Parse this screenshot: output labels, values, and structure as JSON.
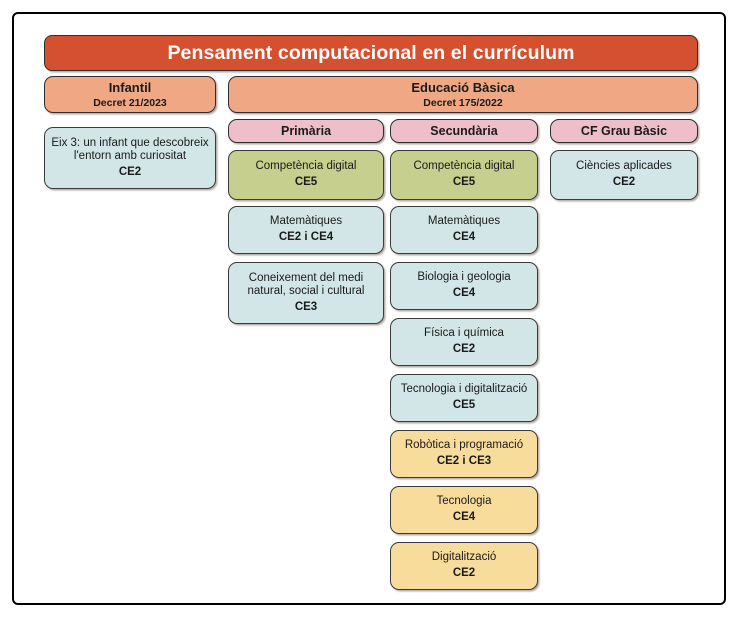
{
  "title": "Pensament computacional en el currículum",
  "stages": [
    {
      "name": "Infantil",
      "decree": "Decret 21/2023"
    },
    {
      "name": "Educació Bàsica",
      "decree": "Decret 175/2022"
    }
  ],
  "levels": [
    {
      "label": "Primària"
    },
    {
      "label": "Secundària"
    },
    {
      "label": "CF Grau Bàsic"
    }
  ],
  "infantil": {
    "cards": [
      {
        "text": "Eix 3: un infant que descobreix l'entorn amb  curiositat",
        "ce": "CE2",
        "color": "blue"
      }
    ]
  },
  "primaria": {
    "cards": [
      {
        "text": "Competència digital",
        "ce": "CE5",
        "color": "green"
      },
      {
        "text": "Matemàtiques",
        "ce": "CE2 i CE4",
        "color": "blue"
      },
      {
        "text": "Coneixement del medi natural, social i cultural",
        "ce": "CE3",
        "color": "blue"
      }
    ]
  },
  "secundaria": {
    "cards": [
      {
        "text": "Competència digital",
        "ce": "CE5",
        "color": "green"
      },
      {
        "text": "Matemàtiques",
        "ce": "CE4",
        "color": "blue"
      },
      {
        "text": "Biologia i geologia",
        "ce": "CE4",
        "color": "blue"
      },
      {
        "text": "Física i química",
        "ce": "CE2",
        "color": "blue"
      },
      {
        "text": "Tecnologia i digitalització",
        "ce": "CE5",
        "color": "blue"
      },
      {
        "text": "Robòtica i programació",
        "ce": "CE2 i CE3",
        "color": "yellow"
      },
      {
        "text": "Tecnologia",
        "ce": "CE4",
        "color": "yellow"
      },
      {
        "text": "Digitalització",
        "ce": "CE2",
        "color": "yellow"
      }
    ]
  },
  "cfgb": {
    "cards": [
      {
        "text": "Ciències aplicades",
        "ce": "CE2",
        "color": "blue"
      }
    ]
  },
  "colors": {
    "title_banner": "#d4502f",
    "stage_header": "#f0a783",
    "level_header": "#eebfcb",
    "card_green": "#c6cf8e",
    "card_blue": "#d3e6e7",
    "card_yellow": "#f8dc9c",
    "frame_border": "#000000"
  }
}
